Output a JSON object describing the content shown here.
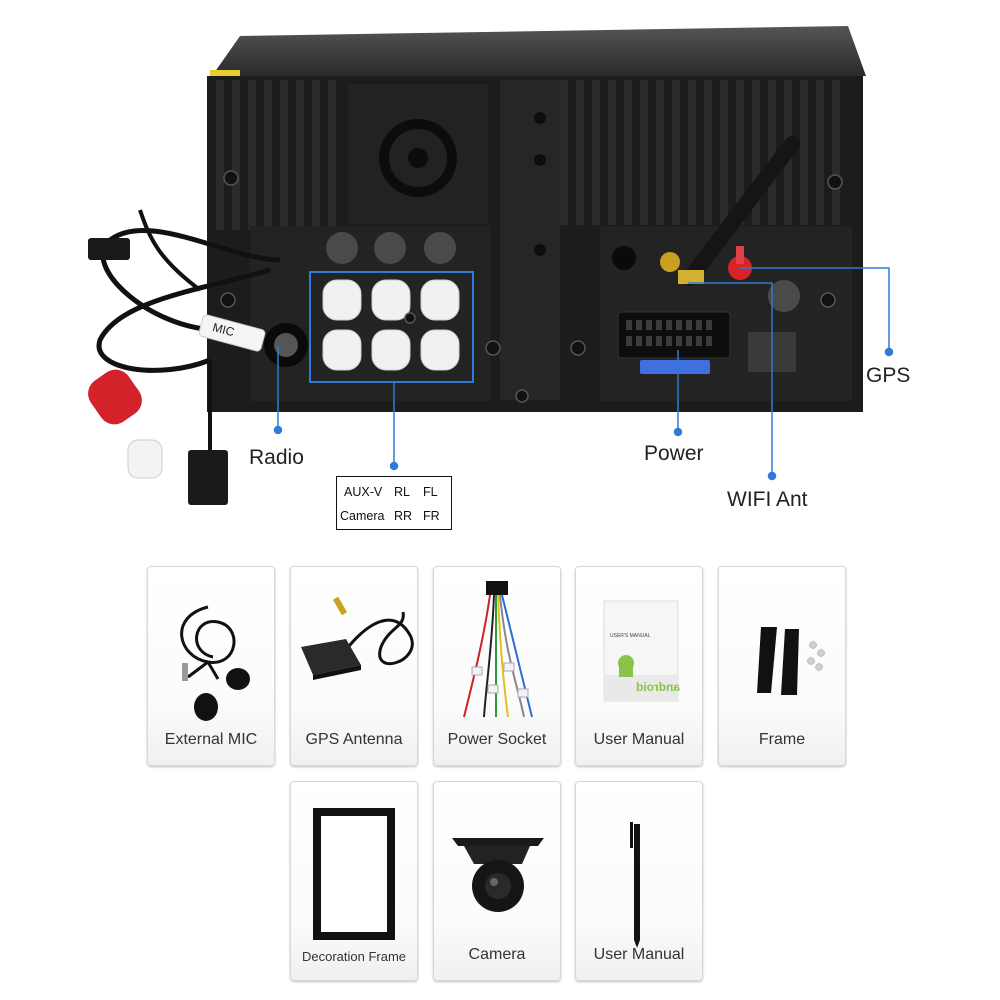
{
  "callouts": {
    "radio": "Radio",
    "gps": "GPS",
    "power": "Power",
    "wifi": "WIFI Ant"
  },
  "rca_table": {
    "row1": [
      "AUX-V",
      "RL",
      "FL"
    ],
    "row2": [
      "Camera",
      "RR",
      "FR"
    ]
  },
  "accessories": [
    {
      "label": "External MIC",
      "icon": "microphone-icon"
    },
    {
      "label": "GPS Antenna",
      "icon": "gps-antenna-icon"
    },
    {
      "label": "Power Socket",
      "icon": "wiring-harness-icon"
    },
    {
      "label": "User Manual",
      "icon": "manual-booklet-icon"
    },
    {
      "label": "Frame",
      "icon": "mounting-bracket-icon"
    },
    {
      "label": "Decoration Frame",
      "icon": "decoration-frame-icon"
    },
    {
      "label": "Camera",
      "icon": "camera-icon"
    },
    {
      "label": "User Manual",
      "icon": "stylus-pen-icon"
    }
  ],
  "manual_cover": {
    "title": "USER'S MANUAL",
    "brand": "android"
  },
  "colors": {
    "callout_line": "#2f7bd8",
    "unit_body": "#1c1c1c",
    "rca_red": "#d4222a",
    "rca_white": "#f1f1f1",
    "fuse_blue": "#3f6fe0"
  }
}
